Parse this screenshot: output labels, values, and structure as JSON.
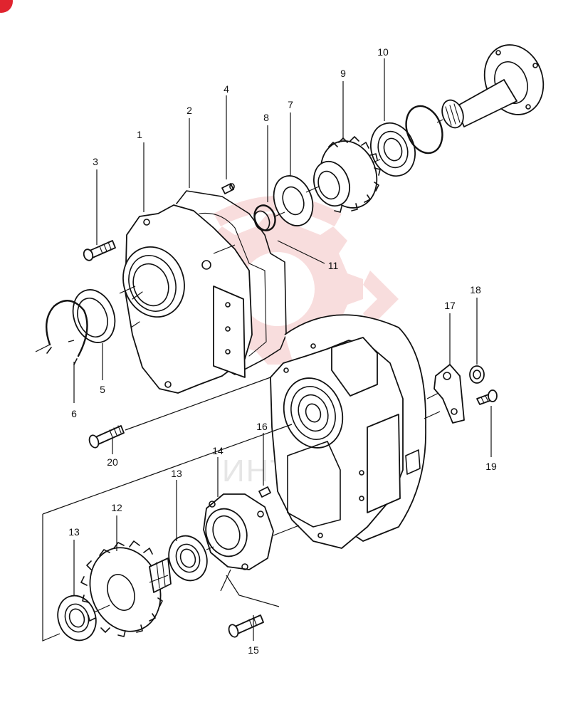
{
  "diagram": {
    "watermark": {
      "text": "ИНТЕК",
      "logo_color": "#f4c2c2",
      "badge_color": "#e0242f"
    },
    "callouts": [
      {
        "id": "1",
        "text": "1"
      },
      {
        "id": "2",
        "text": "2"
      },
      {
        "id": "3",
        "text": "3"
      },
      {
        "id": "4",
        "text": "4"
      },
      {
        "id": "5",
        "text": "5"
      },
      {
        "id": "6",
        "text": "6"
      },
      {
        "id": "7",
        "text": "7"
      },
      {
        "id": "8",
        "text": "8"
      },
      {
        "id": "9",
        "text": "9"
      },
      {
        "id": "10",
        "text": "10"
      },
      {
        "id": "11",
        "text": "11"
      },
      {
        "id": "12",
        "text": "12"
      },
      {
        "id": "13a",
        "text": "13"
      },
      {
        "id": "13b",
        "text": "13"
      },
      {
        "id": "14",
        "text": "14"
      },
      {
        "id": "15",
        "text": "15"
      },
      {
        "id": "16",
        "text": "16"
      },
      {
        "id": "17",
        "text": "17"
      },
      {
        "id": "18",
        "text": "18"
      },
      {
        "id": "19",
        "text": "19"
      },
      {
        "id": "20",
        "text": "20"
      }
    ]
  }
}
